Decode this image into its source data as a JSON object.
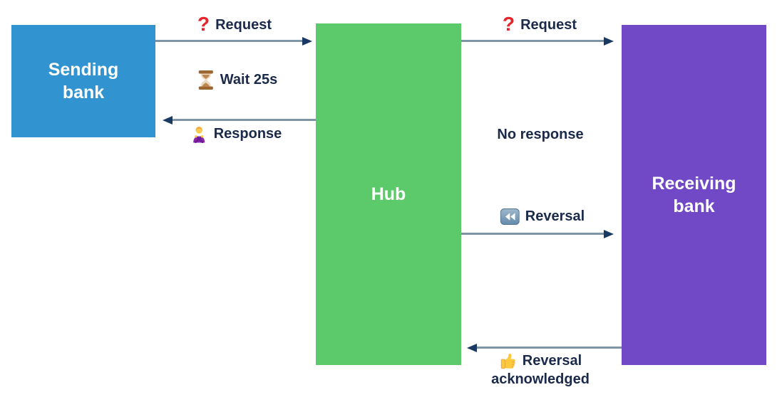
{
  "title": "Payment reversal flow diagram",
  "colors": {
    "sending_bank": "#3194D1",
    "hub": "#5CC96B",
    "receiving_bank": "#7148C6",
    "arrow_line": "#7E94A7",
    "arrow_head": "#1A3A64",
    "label_text": "#1B2A4A",
    "question_red": "#E8242B"
  },
  "nodes": {
    "sending": {
      "label": "Sending bank"
    },
    "hub": {
      "label": "Hub"
    },
    "receiving": {
      "label": "Receiving bank"
    }
  },
  "flows": {
    "request_to_hub": {
      "icon": "question-icon",
      "label": "Request"
    },
    "wait": {
      "icon": "hourglass-icon",
      "label": "Wait 25s"
    },
    "response": {
      "icon": "person-gesturing-no-icon",
      "label": "Response"
    },
    "request_to_receiving": {
      "icon": "question-icon",
      "label": "Request"
    },
    "no_response": {
      "label": "No response"
    },
    "reversal": {
      "icon": "rewind-icon",
      "label": "Reversal"
    },
    "reversal_ack": {
      "icon": "thumbs-up-icon",
      "label_lines": [
        "Reversal",
        "acknowledged"
      ]
    }
  },
  "icons": {
    "question_glyph": "?"
  }
}
